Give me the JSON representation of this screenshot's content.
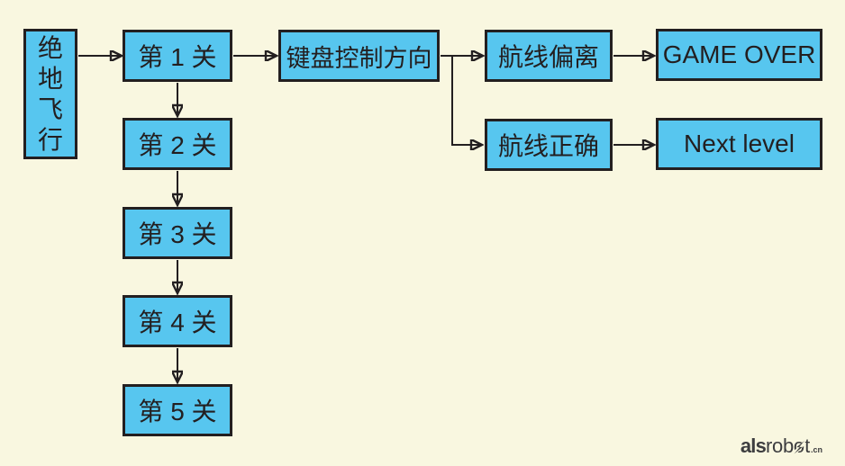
{
  "diagram": {
    "start_node": {
      "label": "绝地飞行",
      "chars": [
        "绝",
        "地",
        "飞",
        "行"
      ]
    },
    "level_nodes": [
      {
        "label": "第 1 关"
      },
      {
        "label": "第 2 关"
      },
      {
        "label": "第 3 关"
      },
      {
        "label": "第 4 关"
      },
      {
        "label": "第 5 关"
      }
    ],
    "keyboard_node": {
      "label": "键盘控制方向"
    },
    "deviation_node": {
      "label": "航线偏离"
    },
    "game_over_node": {
      "label": "GAME OVER"
    },
    "correct_node": {
      "label": "航线正确"
    },
    "next_level_node": {
      "label": "Next level"
    }
  },
  "branding": {
    "logo_bold": "als",
    "logo_mid": "rob",
    "logo_o": "o",
    "logo_end": "t",
    "logo_tld": ".cn"
  },
  "colors": {
    "background": "#F9F7E0",
    "box_fill": "#57C6EF",
    "box_border": "#231F20",
    "text": "#231F20",
    "logo": "#3D3D3F"
  }
}
